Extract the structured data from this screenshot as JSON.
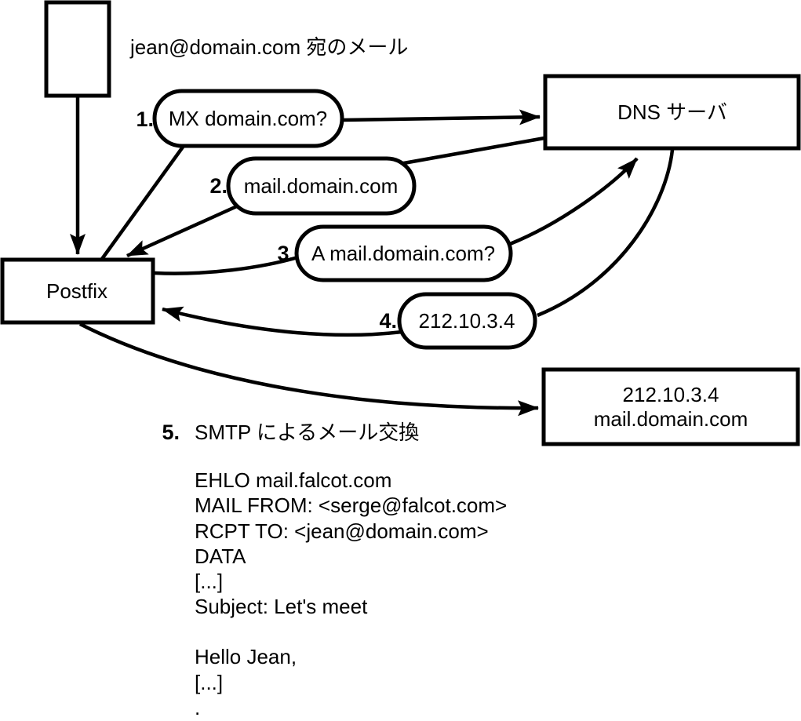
{
  "diagram": {
    "note": "jean@domain.com 宛のメール",
    "nodes": {
      "postfix": {
        "label": "Postfix"
      },
      "dns_server": {
        "label": "DNS サーバ"
      },
      "mail_server": {
        "line1": "212.10.3.4",
        "line2": "mail.domain.com"
      }
    },
    "steps": [
      {
        "num": "1.",
        "label": "MX domain.com?"
      },
      {
        "num": "2.",
        "label": "mail.domain.com"
      },
      {
        "num": "3.",
        "label": "A mail.domain.com?"
      },
      {
        "num": "4.",
        "label": "212.10.3.4"
      },
      {
        "num": "5.",
        "label": "SMTP によるメール交換"
      }
    ],
    "smtp_session": {
      "lines": [
        "EHLO mail.falcot.com",
        "MAIL FROM: <serge@falcot.com>",
        "RCPT TO: <jean@domain.com>",
        "DATA",
        "[...]",
        "Subject: Let's meet",
        "",
        "Hello Jean,",
        "[...]",
        "."
      ]
    },
    "colors": {
      "stroke": "#000000",
      "fill": "#ffffff",
      "background": "#ffffff"
    }
  }
}
